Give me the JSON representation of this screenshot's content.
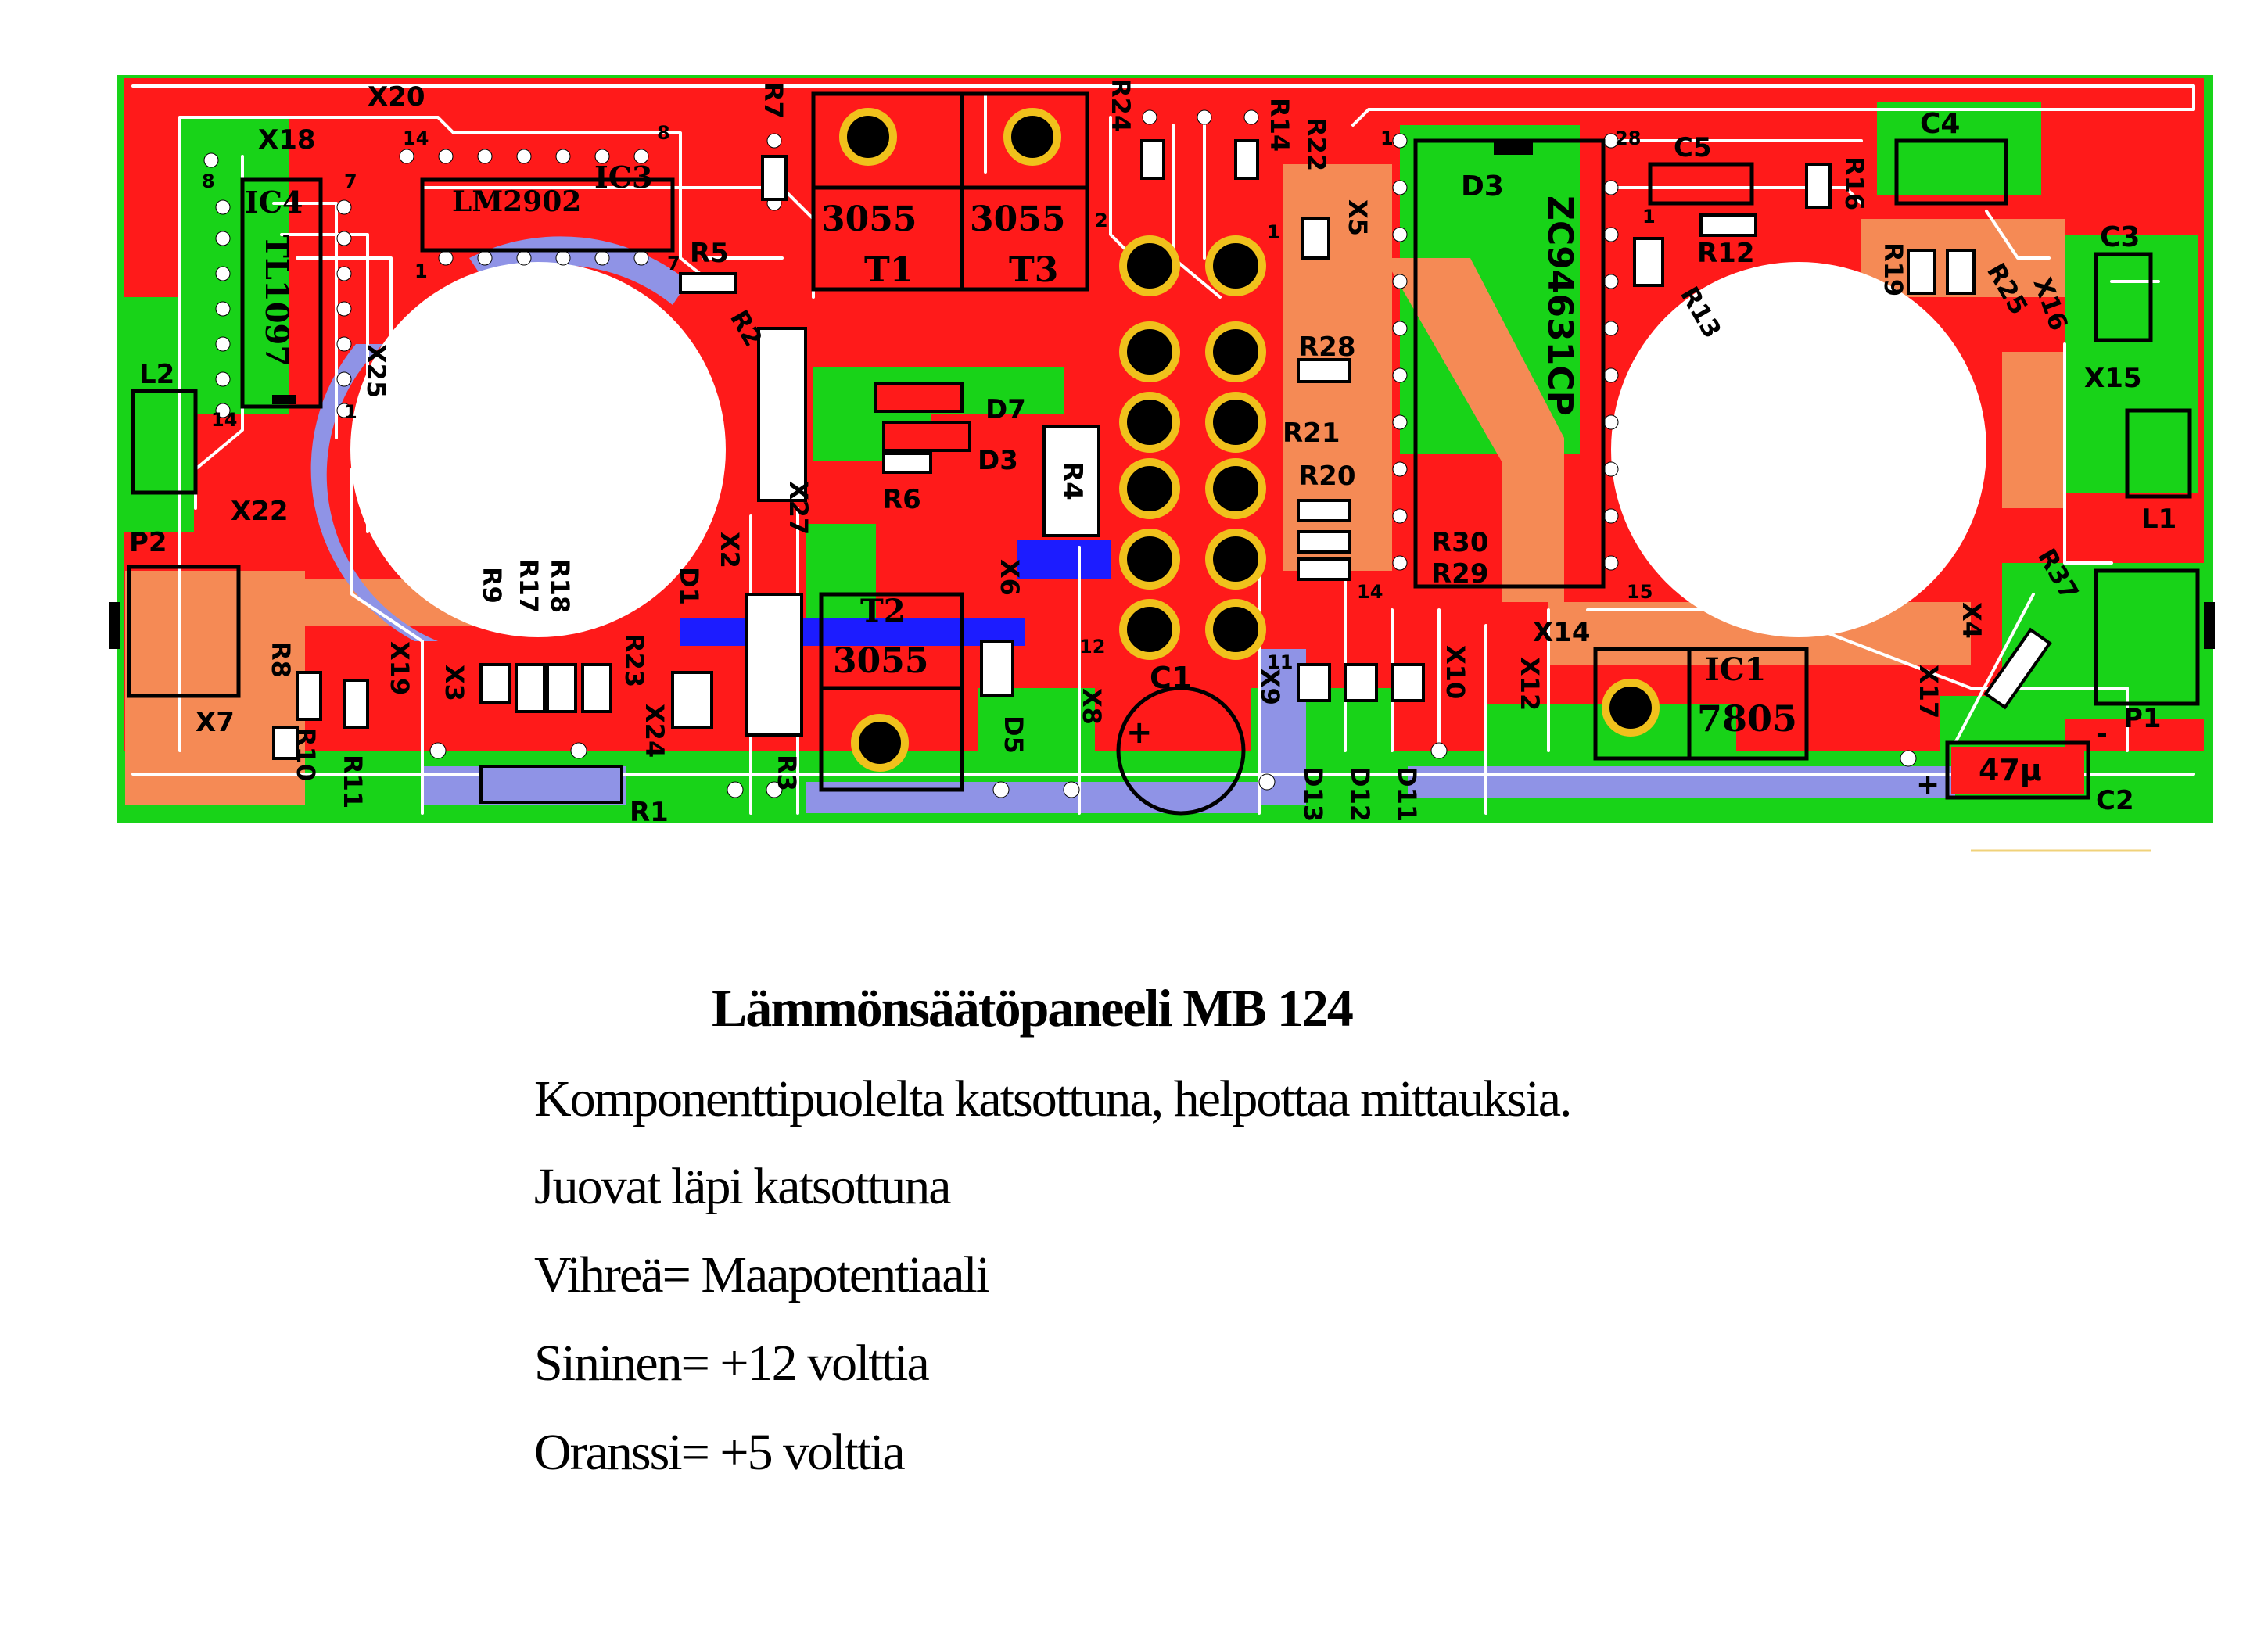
{
  "colors": {
    "board": "#ff1a1a",
    "ground": "#18d318",
    "plus12": "#8f93e6",
    "plus5": "#f58a55",
    "track": "#ffffff",
    "silk": "#000000",
    "pad": "#f0c11c",
    "blueTrack": "#1c1cff"
  },
  "components": {
    "ic4": "IC4",
    "ic4_type": "TL1097",
    "lm": "LM2902",
    "ic3": "IC3",
    "x20": "X20",
    "x18": "X18",
    "x25": "X25",
    "x22": "X22",
    "x19": "X19",
    "x7": "X7",
    "x3": "X3",
    "x24": "X24",
    "x2": "X2",
    "x27": "X27",
    "x6": "X6",
    "x8": "X8",
    "x9": "X9",
    "x5": "X5",
    "x10": "X10",
    "x12": "X12",
    "x14": "X14",
    "x15": "X15",
    "x16": "X16",
    "x17": "X17",
    "x4": "X4",
    "l2": "L2",
    "l1": "L1",
    "p2": "P2",
    "p1": "P1",
    "r1": "R1",
    "r2": "R2",
    "r3": "R3",
    "r4": "R4",
    "r5": "R5",
    "r6": "R6",
    "r7": "R7",
    "r8": "R8",
    "r9": "R9",
    "r10": "R10",
    "r11": "R11",
    "r12": "R12",
    "r13": "R13",
    "r14": "R14",
    "r16": "R16",
    "r17": "R17",
    "r18": "R18",
    "r19": "R19",
    "r20": "R20",
    "r21": "R21",
    "r22": "R22",
    "r23": "R23",
    "r24": "R24",
    "r25": "R25",
    "r28": "R28",
    "r29": "R29",
    "r30": "R30",
    "r37": "R37",
    "t1": "T1",
    "t2": "T2",
    "t3": "T3",
    "t_type": "3055",
    "d1": "D1",
    "d3": "D3",
    "d5": "D5",
    "d7": "D7",
    "d11": "D11",
    "d12": "D12",
    "d13": "D13",
    "d3_chip": "D3",
    "zc": "ZC94631CP",
    "c1": "C1",
    "c2": "C2",
    "c3": "C3",
    "c4": "C4",
    "c5": "C5",
    "ic1": "IC1",
    "ic1_type": "7805",
    "c2_value": "47µ",
    "plus": "+",
    "minus": "-"
  },
  "pins": {
    "p8a": "8",
    "p7a": "7",
    "p14a": "14",
    "p8b": "8",
    "p1a": "1",
    "p7b": "7",
    "p14b": "14",
    "p1b": "1",
    "p2": "2",
    "p1c": "1",
    "p1d": "1",
    "p28": "28",
    "p1e": "1",
    "p14c": "14",
    "p15": "15",
    "p11": "11",
    "p12": "12"
  },
  "caption": {
    "title": "Lämmönsäätöpaneeli MB 124",
    "lines": [
      "Komponenttipuolelta katsottuna, helpottaa mittauksia.",
      "Juovat läpi katsottuna",
      "Vihreä= Maapotentiaali",
      "Sininen= +12 volttia",
      "Oranssi= +5 volttia"
    ]
  }
}
